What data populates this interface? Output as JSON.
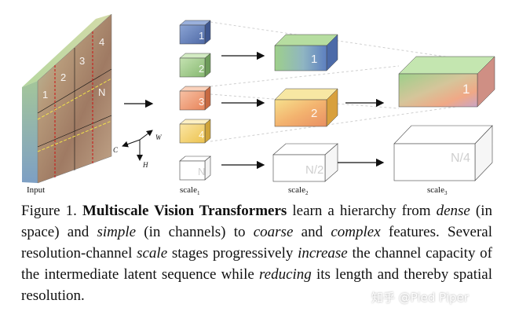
{
  "figure": {
    "input_label": "Input",
    "input_patch_labels": [
      "1",
      "2",
      "3",
      "4",
      "N"
    ],
    "scale_labels": [
      {
        "base": "scale",
        "sub": "1"
      },
      {
        "base": "scale",
        "sub": "2"
      },
      {
        "base": "scale",
        "sub": "3"
      }
    ],
    "scale1_tokens": [
      "1",
      "2",
      "3",
      "4",
      "N"
    ],
    "scale2_tokens": [
      "1",
      "2",
      "N/2"
    ],
    "scale3_tokens": [
      "1",
      "N/4"
    ],
    "axes": {
      "c": "C",
      "w": "W",
      "h": "H"
    }
  },
  "caption": {
    "figure_label": "Figure 1.",
    "title": "Multiscale Vision Transformers",
    "t1": " learn a hierarchy from ",
    "e1": "dense",
    "t2": " (in space) and ",
    "e2": "simple",
    "t3": " (in channels) to ",
    "e3": "coarse",
    "t4": " and ",
    "e4": "complex",
    "t5": " features.  Several resolution-channel ",
    "e5": "scale",
    "t6": " stages progressively ",
    "e6": "increase",
    "t7": " the channel capacity of the intermediate latent sequence while ",
    "e7": "reducing",
    "t8": " its length and thereby spatial resolution."
  },
  "watermark": "知乎 @Pied Piper",
  "colors": {
    "token1": "#6f87bb",
    "token2": "#9cc38a",
    "token3": "#ef9a73",
    "token4": "#f1d06a",
    "tokenN": "#ffffff"
  }
}
